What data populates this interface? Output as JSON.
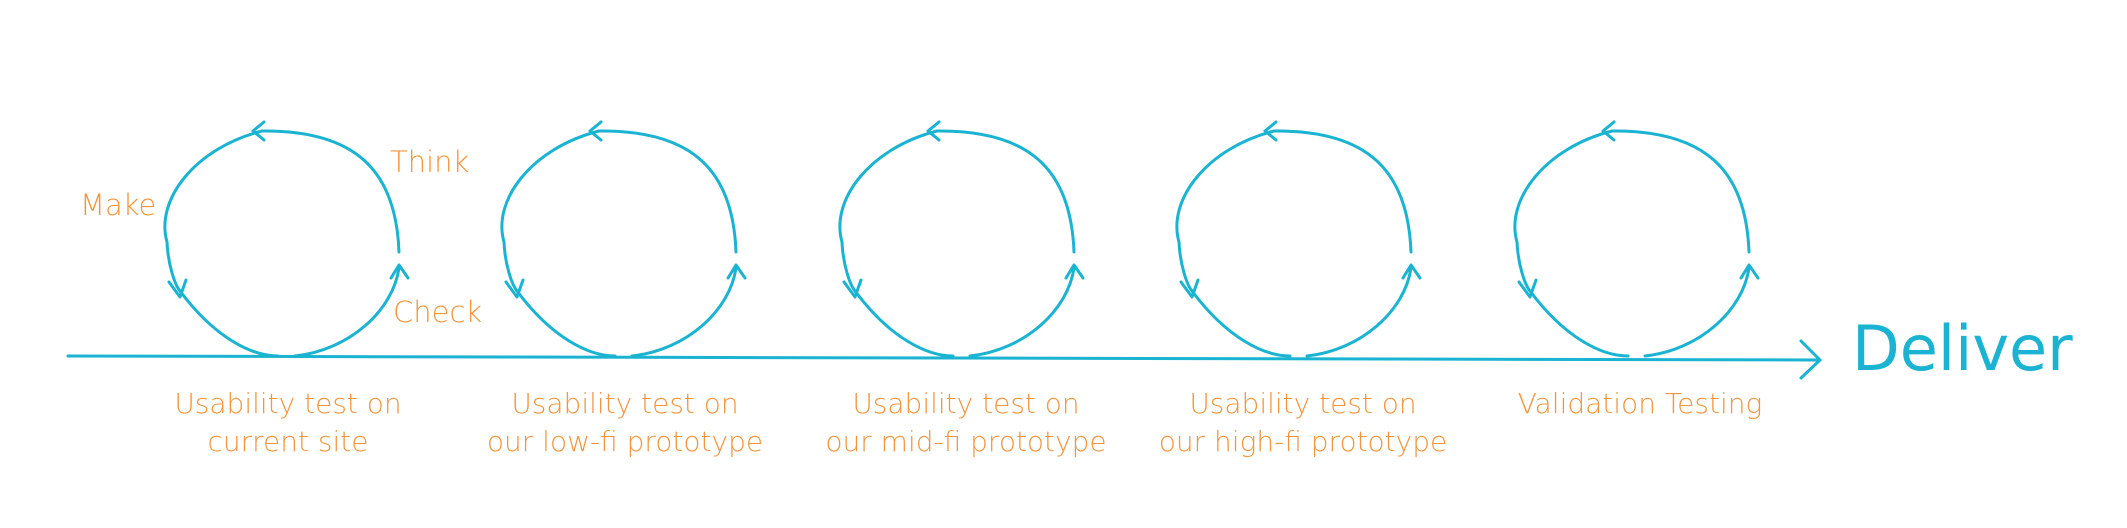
{
  "colors": {
    "line": "#1ab3d1",
    "label": "#f2953c",
    "background": "#ffffff"
  },
  "cycle_labels": {
    "make": "Make",
    "think": "Think",
    "check": "Check"
  },
  "stages": [
    {
      "line1": "Usability test on",
      "line2": "current site"
    },
    {
      "line1": "Usability test on",
      "line2": "our low-fi prototype"
    },
    {
      "line1": "Usability test on",
      "line2": "our mid-fi prototype"
    },
    {
      "line1": "Usability test on",
      "line2": "our high-fi prototype"
    },
    {
      "line1": "Validation Testing",
      "line2": ""
    }
  ],
  "end_label": "Deliver"
}
